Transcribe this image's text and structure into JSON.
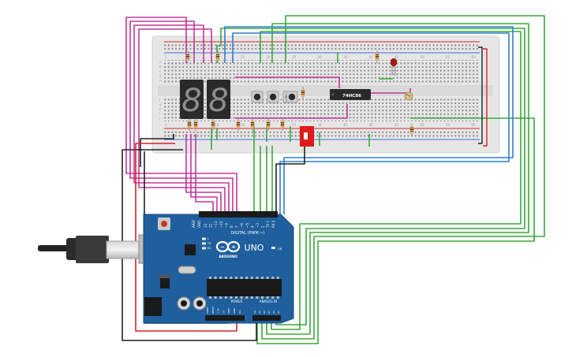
{
  "colors": {
    "wire_magenta": "#c3379a",
    "wire_green": "#3aa83a",
    "wire_blue": "#2f7fd0",
    "wire_black": "#222222",
    "wire_red": "#d62525",
    "board": "#1f5f9e",
    "breadboard": "#e4e4e4",
    "segment": "#2a2a2a",
    "dip_switch": "#e01b1b",
    "led": "#a01818"
  },
  "breadboard": {
    "row_letters_top": [
      "a",
      "b",
      "c",
      "d",
      "e"
    ],
    "row_letters_bottom": [
      "f",
      "g",
      "h",
      "i",
      "j"
    ],
    "column_numbers": [
      "1",
      "5",
      "10",
      "15",
      "20",
      "25",
      "30",
      "35",
      "40",
      "45",
      "50",
      "55",
      "60"
    ]
  },
  "display": {
    "digit_left": "8",
    "digit_right": "8"
  },
  "ic": {
    "label": "74HC86"
  },
  "arduino": {
    "model": "UNO",
    "brand": "ARDUINO",
    "digital_header": "DIGITAL (PWM ~)",
    "analog_header": "ANALOG IN",
    "power_header": "POWER",
    "led_labels": [
      "L",
      "TX",
      "RX"
    ],
    "on_label": "ON",
    "aref": "AREF",
    "gnd": "GND",
    "digital_pins": [
      "13",
      "12",
      "~11",
      "~10",
      "~9",
      "8",
      "7",
      "~6",
      "~5",
      "4",
      "~3",
      "2",
      "TX 1",
      "RX 0"
    ],
    "power_pins": [
      "IOREF",
      "RESET",
      "3.3V",
      "5V",
      "GND",
      "GND",
      "Vin"
    ],
    "analog_pins": [
      "A0",
      "A1",
      "A2",
      "A3",
      "A4",
      "A5"
    ]
  }
}
